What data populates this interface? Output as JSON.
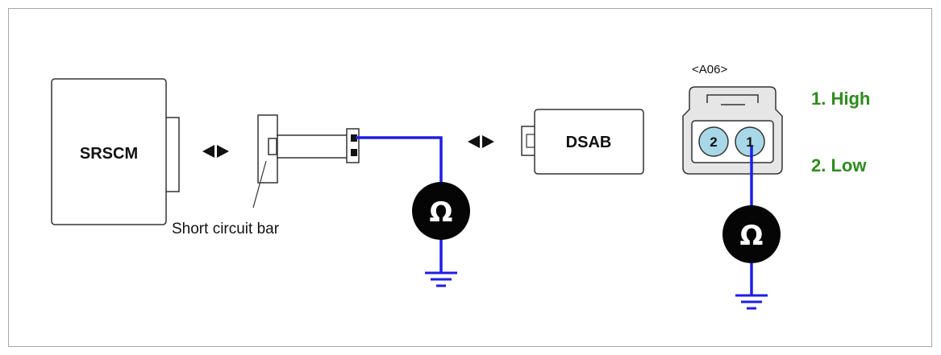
{
  "components": {
    "srscm_label": "SRSCM",
    "dsab_label": "DSAB",
    "short_bar_label": "Short circuit bar",
    "connector_label": "<A06>"
  },
  "pins": {
    "pin_1": "1",
    "pin_2": "2"
  },
  "legend": {
    "item_1": "1. High",
    "item_2": "2. Low",
    "color": "#2e8b1e"
  },
  "meter": {
    "symbol": "Ω"
  },
  "colors": {
    "wire": "#1e1ee6",
    "pin_fill": "#a8d8e8",
    "connector_fill": "#e6e6e6",
    "frame_border": "#a7a7a7"
  },
  "icons": [
    "swap-arrows-icon",
    "ohmmeter-icon",
    "ground-icon"
  ]
}
